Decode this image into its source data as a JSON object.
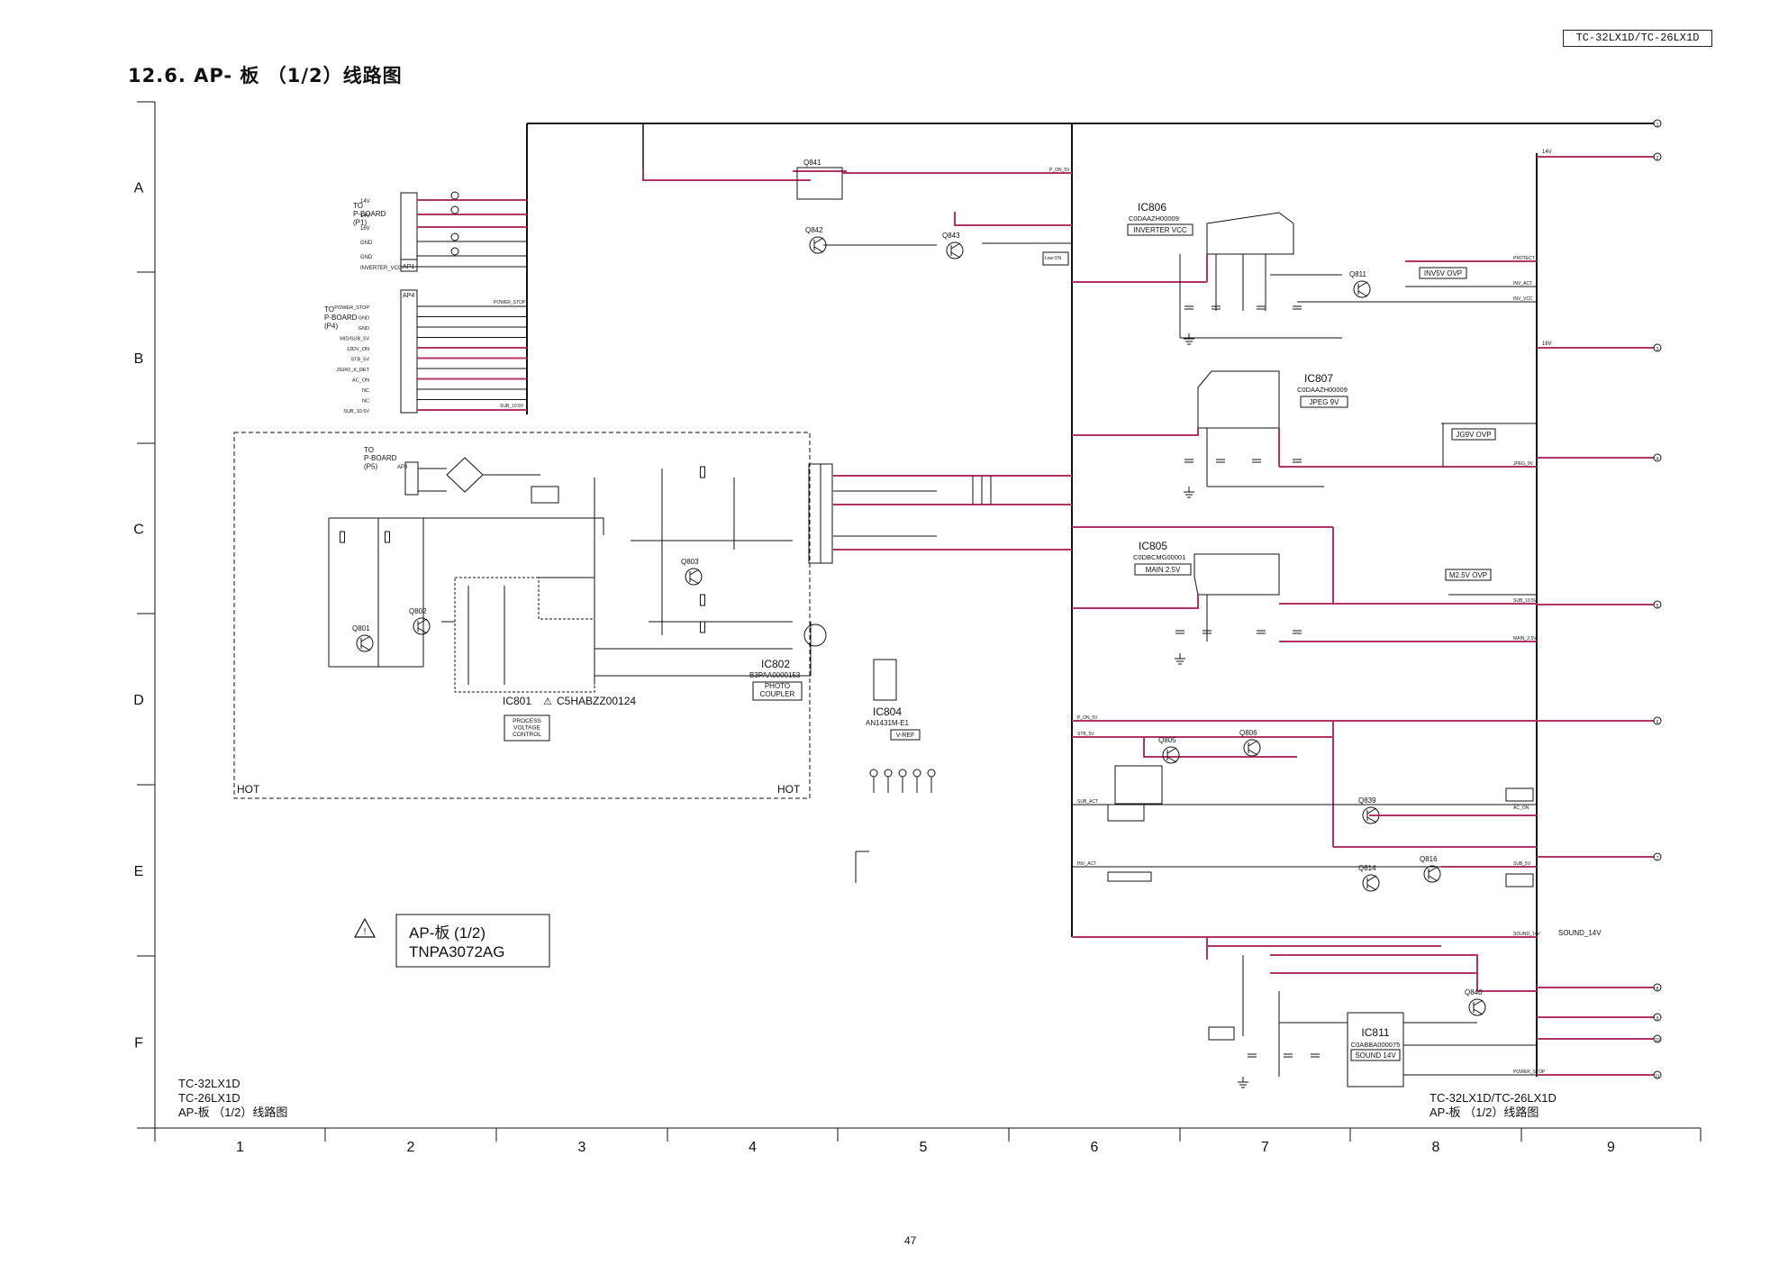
{
  "header": {
    "model_badge": "TC-32LX1D/TC-26LX1D",
    "title": "12.6.  AP- 板  （1/2）线路图"
  },
  "grid": {
    "rows": [
      "A",
      "B",
      "C",
      "D",
      "E",
      "F"
    ],
    "columns": [
      "1",
      "2",
      "3",
      "4",
      "5",
      "6",
      "7",
      "8",
      "9"
    ]
  },
  "connectors": {
    "p1": {
      "title": "TO\nP-BOARD\n(P1)",
      "ref": "AP1",
      "pins": [
        "14V",
        "14V",
        "16V",
        "GND",
        "GND",
        "INVERTER_VCC"
      ]
    },
    "p4": {
      "title": "TO\nP-BOARD\n(P4)",
      "ref": "AP4",
      "pins": [
        "POWER_STOP",
        "GND",
        "GND",
        "MID/SUB_5V",
        "12DV_ON",
        "STB_5V",
        "ZERO_X_DET",
        "AC_ON",
        "NC",
        "NC",
        "SUB_10.5V"
      ]
    },
    "p5": {
      "title": "TO\nP-BOARD\n(P5)",
      "ref": "AP3"
    }
  },
  "ics": {
    "ic806": {
      "name": "IC806",
      "part": "C0DAAZH00009",
      "function": "INVERTER VCC"
    },
    "ic807": {
      "name": "IC807",
      "part": "C0DAAZH00009",
      "function": "JPEG 9V"
    },
    "ic805": {
      "name": "IC805",
      "part": "C0DBCMG00001",
      "function": "MAIN 2.5V"
    },
    "ic801": {
      "name": "IC801",
      "part": "C5HABZZ00124",
      "function": "PROCESS\nVOLTAGE\nCONTROL"
    },
    "ic802": {
      "name": "IC802",
      "part": "B3PAA0000153",
      "function": "PHOTO\nCOUPLER"
    },
    "ic804": {
      "name": "IC804",
      "part": "AN1431M-E1",
      "function": "V-REF"
    },
    "ic811": {
      "name": "IC811",
      "part": "C0ABBA000075",
      "function": "SOUND 14V"
    }
  },
  "transistors": [
    "Q841",
    "Q842",
    "Q843",
    "Q811",
    "Q801",
    "Q802",
    "Q803",
    "Q805",
    "Q806",
    "Q839",
    "Q814",
    "Q816",
    "Q840"
  ],
  "ovp_labels": [
    "INV5V OVP",
    "JG9V OVP",
    "M2.5V OVP"
  ],
  "net_labels": {
    "inverter_vcc": "INVERTER_VCC",
    "power_stop": "POWER_STOP",
    "protect": "PROTECT",
    "inv_act": "INV_ACT",
    "inv_vcc": "INV_VCC",
    "jpeg_9v": "JPEG_9V",
    "sub_10v": "SUB_10.5V",
    "main_2v": "MAIN_2.5V",
    "sub_5v": "SUB_5V",
    "stb_5v": "STB_5V",
    "sound_14v": "SOUND_14V",
    "p_on_5v": "P_ON_5V",
    "sub_act": "SUB_ACT",
    "ac_on": "AC_ON"
  },
  "hot_labels": [
    "HOT",
    "HOT"
  ],
  "board_box": {
    "warning": "!",
    "name": "AP-板  (1/2)",
    "code": "TNPA3072AG"
  },
  "footer_left": [
    "TC-32LX1D",
    "TC-26LX1D",
    "AP-板 （1/2）线路图"
  ],
  "footer_right": [
    "TC-32LX1D/TC-26LX1D",
    "AP-板 （1/2）线路图"
  ],
  "page_number": "47",
  "colors": {
    "trace": "#111111",
    "power_trace": "#b2336a",
    "text": "#111111"
  }
}
